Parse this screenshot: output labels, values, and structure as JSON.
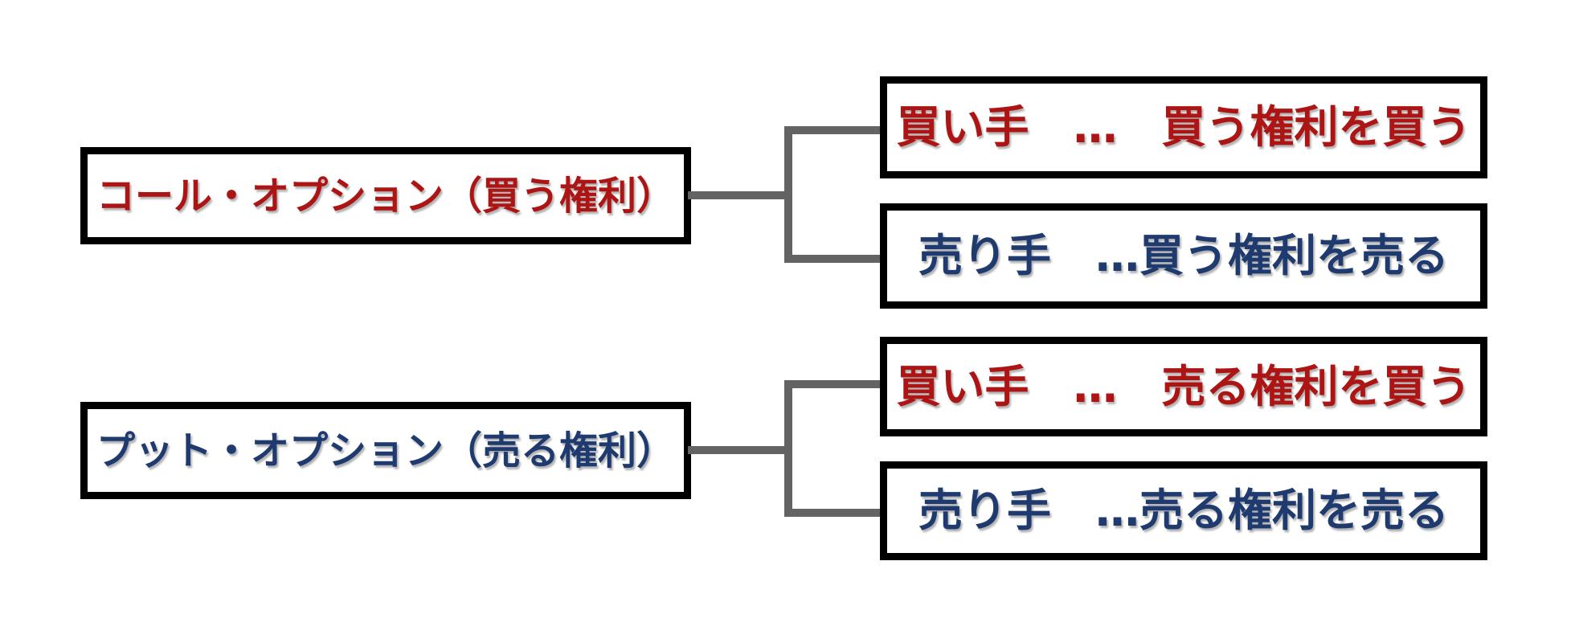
{
  "diagram": {
    "title": "options-call-put-buyer-seller-tree",
    "colors": {
      "red": "#AD1414",
      "blue": "#1E3A6F",
      "connector": "#636363",
      "border": "#000000",
      "background": "#FFFFFF"
    },
    "groups": [
      {
        "parent": {
          "label": "コール・オプション（買う権利）",
          "color": "red"
        },
        "children": [
          {
            "label": "買い手　…　買う権利を買う",
            "color": "red"
          },
          {
            "label": "売り手　…買う権利を売る",
            "color": "blue"
          }
        ]
      },
      {
        "parent": {
          "label": "プット・オプション（売る権利）",
          "color": "blue"
        },
        "children": [
          {
            "label": "買い手　…　売る権利を買う",
            "color": "red"
          },
          {
            "label": "売り手　…売る権利を売る",
            "color": "blue"
          }
        ]
      }
    ]
  }
}
